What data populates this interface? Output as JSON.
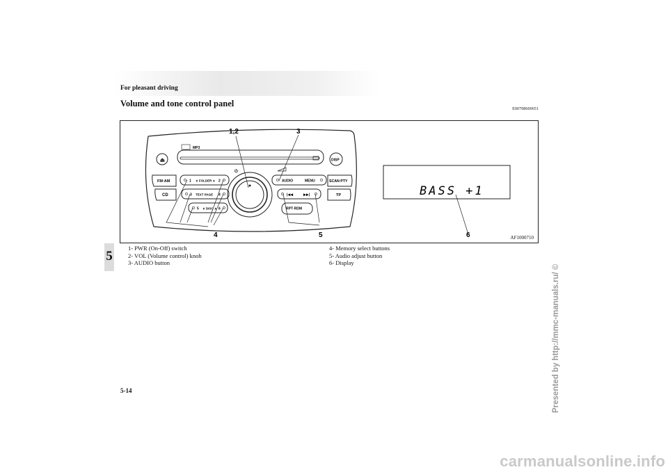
{
  "header": {
    "section": "For pleasant driving"
  },
  "title": "Volume and tone control panel",
  "doc_code": "E00708600651",
  "figure": {
    "code": "AF1000710",
    "callouts": {
      "c12": "1,2",
      "c3": "3",
      "c4": "4",
      "c5": "5",
      "c6": "6"
    },
    "buttons": {
      "fmam": "FM·AM",
      "cd": "CD",
      "scan": "SCAN·PTY",
      "tp": "TP",
      "disp": "DISP",
      "b1": "1",
      "folder": "∨ FOLDER ∧",
      "b2": "2",
      "b3": "3",
      "textpage": "TEXT PAGE",
      "b4": "4",
      "b5": "5",
      "disc": "∨ DISC ∧",
      "b6": "6",
      "audio": "AUDIO",
      "menu": "MENU",
      "prev": "|◀◀",
      "next": "▶▶|",
      "rptrdm": "RPT·RDM",
      "mp3": "MP3"
    },
    "display_text": "BASS +1"
  },
  "chapter_tab": "5",
  "legend_left": [
    "1-  PWR (On-Off) switch",
    "2-  VOL (Volume control) knob",
    "3-  AUDIO button"
  ],
  "legend_right": [
    "4-  Memory select buttons",
    "5-  Audio adjust button",
    "6-  Display"
  ],
  "page_number": "5-14",
  "side_note": "Presented by http://mmc-manuals.ru/ ©",
  "watermark": "carmanualsonline.info"
}
